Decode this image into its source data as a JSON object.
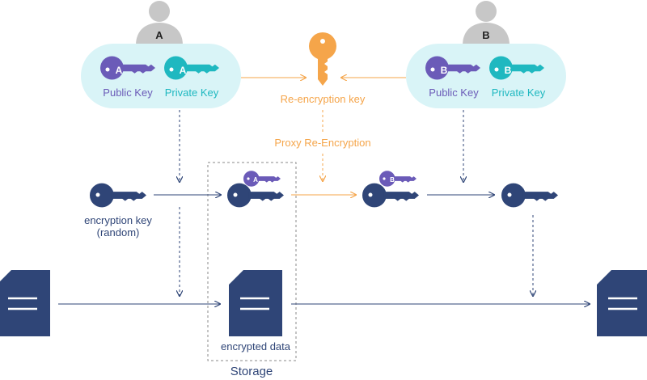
{
  "user_a": {
    "letter": "A",
    "public_key_label": "Public Key",
    "private_key_label": "Private Key",
    "badge": "A"
  },
  "user_b": {
    "letter": "B",
    "public_key_label": "Public Key",
    "private_key_label": "Private Key",
    "badge": "B"
  },
  "re_encryption_key_label": "Re-encryption key",
  "proxy_label": "Proxy Re-Encryption",
  "encryption_key_label_line1": "encryption key",
  "encryption_key_label_line2": "(random)",
  "storage": {
    "encrypted_data_label": "encrypted data",
    "title": "Storage"
  },
  "colors": {
    "navy": "#2f4577",
    "purple": "#6b5bb8",
    "teal": "#1fb8c0",
    "orange": "#f5a54a",
    "pill": "#d9f4f7",
    "person": "#c7c7c7"
  }
}
